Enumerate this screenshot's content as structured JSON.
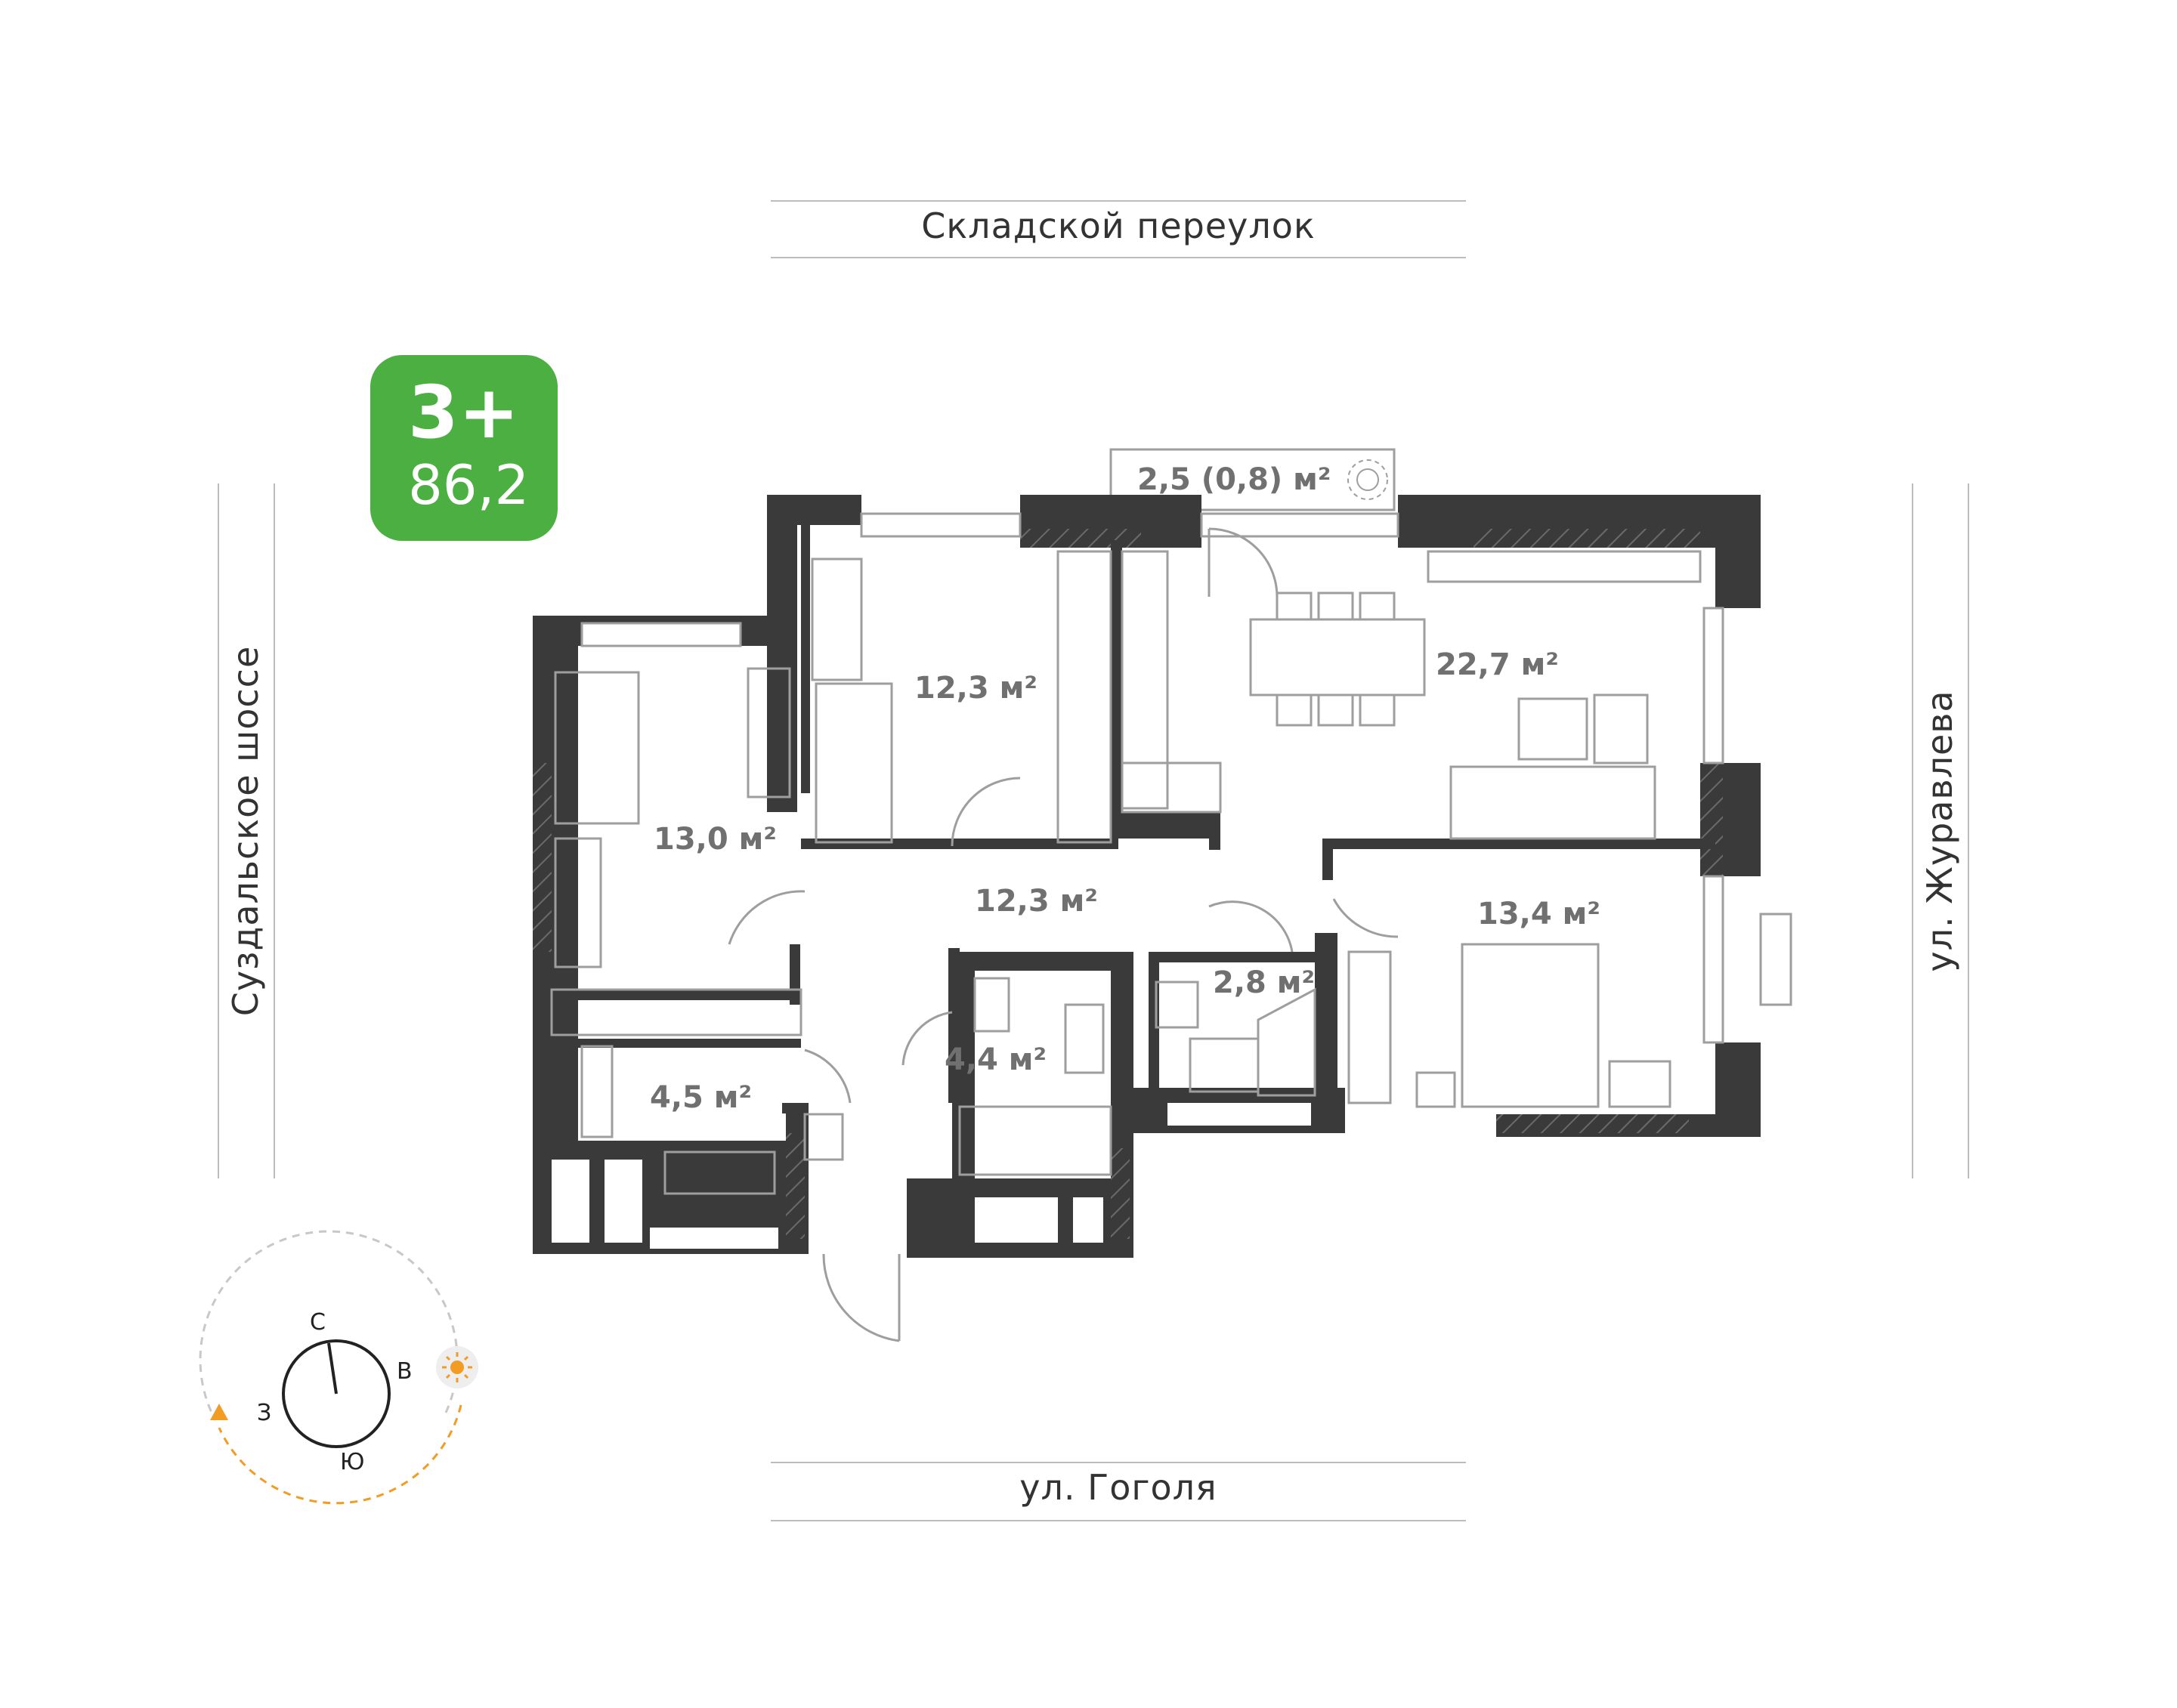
{
  "streets": {
    "north": "Складской переулок",
    "south": "ул. Гоголя",
    "west": "Суздальское шоссе",
    "east": "ул. Журавлева"
  },
  "badge": {
    "rooms": "3+",
    "total_area": "86,2",
    "color": "#4caf42"
  },
  "rooms": [
    {
      "id": "balcony",
      "label": "2,5 (0,8) м²"
    },
    {
      "id": "bedroom-1",
      "label": "12,3 м²"
    },
    {
      "id": "bedroom-2",
      "label": "13,0 м²"
    },
    {
      "id": "living-kitchen",
      "label": "22,7 м²"
    },
    {
      "id": "hall",
      "label": "12,3 м²"
    },
    {
      "id": "bedroom-3",
      "label": "13,4 м²"
    },
    {
      "id": "wc",
      "label": "2,8 м²"
    },
    {
      "id": "bathroom",
      "label": "4,4 м²"
    },
    {
      "id": "storage",
      "label": "4,5 м²"
    }
  ],
  "compass": {
    "north": "С",
    "east": "В",
    "south": "Ю",
    "west": "З",
    "sun_color": "#f39c24",
    "icon": "sun-icon"
  },
  "colors": {
    "wall": "#3a3a3a",
    "line": "#9e9e9e"
  }
}
